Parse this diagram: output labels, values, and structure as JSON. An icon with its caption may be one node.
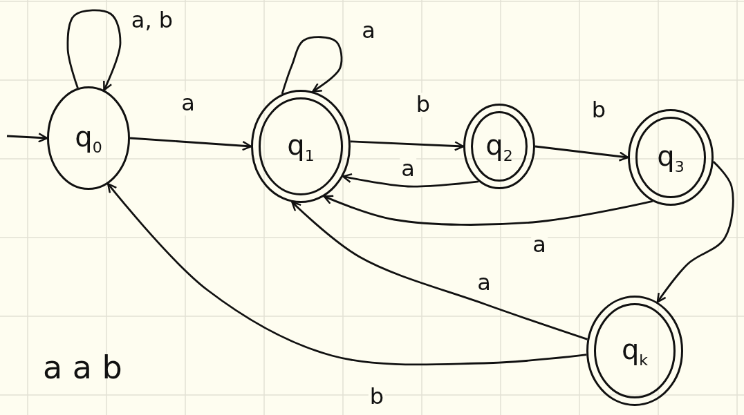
{
  "diagram": {
    "nodes": [
      {
        "text": [
          "q$_{0}$"
        ]
      },
      {
        "text": [
          "q$_{1}$"
        ]
      },
      {
        "text": [
          "q$_{2}$"
        ]
      },
      {
        "text": [
          "q$_{3}$"
        ]
      },
      {
        "text": [
          "q$_{k}$"
        ]
      }
    ],
    "edges": [
      {
        "from": null,
        "to": 0,
        "arrow": "to"
      },
      {
        "from": 0,
        "to": 0,
        "label": "a, b",
        "arrow": "to"
      },
      {
        "from": 0,
        "to": 1,
        "label": "a",
        "arrow": "to"
      },
      {
        "from": 1,
        "to": 1,
        "label": "a",
        "arrow": "to"
      },
      {
        "from": 1,
        "to": 2,
        "label": "b",
        "arrow": "to"
      },
      {
        "from": 2,
        "to": 1,
        "label": "a",
        "arrow": "to"
      },
      {
        "from": 2,
        "to": 3,
        "label": "b",
        "arrow": "to"
      },
      {
        "from": 3,
        "to": 1,
        "label": "a",
        "arrow": "to"
      },
      {
        "from": 3,
        "to": 4,
        "arrow": "to"
      },
      {
        "from": 4,
        "to": 1,
        "label": "a",
        "arrow": "to"
      },
      {
        "from": 4,
        "to": 0,
        "label": "b",
        "arrow": "to"
      }
    ],
    "labels": [
      "a a b"
    ]
  }
}
